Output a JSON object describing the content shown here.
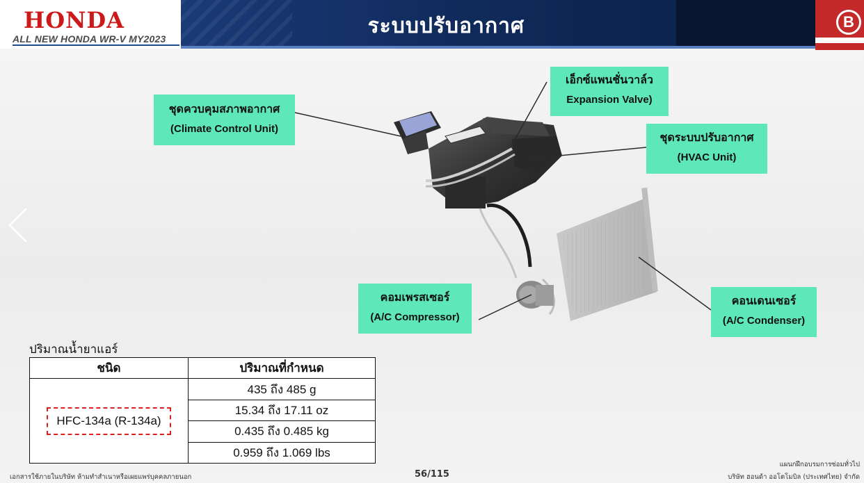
{
  "header": {
    "brand_logo": "HONDA",
    "brand_subtitle": "ALL NEW HONDA WR-V  MY2023",
    "title": "ระบบปรับอากาศ",
    "corner_logo": "B"
  },
  "callouts": {
    "climate_control": {
      "th": "ชุดควบคุมสภาพอากาศ",
      "en": "(Climate Control Unit)"
    },
    "expansion_valve": {
      "th": "เอ็กซ์แพนชั่นวาล์ว",
      "en": "Expansion Valve)"
    },
    "hvac_unit": {
      "th": "ชุดระบบปรับอากาศ",
      "en": "(HVAC Unit)"
    },
    "compressor": {
      "th": "คอมเพรสเซอร์",
      "en": "(A/C Compressor)"
    },
    "condenser": {
      "th": "คอนเดนเซอร์",
      "en": "(A/C Condenser)"
    }
  },
  "refrigerant_table": {
    "caption": "ปริมาณน้ำยาแอร์",
    "headers": [
      "ชนิด",
      "ปริมาณที่กำหนด"
    ],
    "type": "HFC-134a (R-134a)",
    "amounts": [
      "435 ถึง 485 g",
      "15.34 ถึง 17.11 oz",
      "0.435 ถึง 0.485 kg",
      "0.959 ถึง 1.069 lbs"
    ]
  },
  "footer": {
    "left": "เอกสารใช้ภายในบริษัท ห้ามทำสำเนาหรือเผยแพร่บุคคลภายนอก",
    "page": "56/115",
    "right_line1": "แผนกฝึกอบรมการซ่อมทั่วไป",
    "right_line2": "บริษัท ฮอนด้า ออโตโมบิล (ประเทศไทย) จำกัด"
  },
  "colors": {
    "callout_bg": "#5ee8b9",
    "title_band": "#102a5a",
    "brand_red": "#cc1a1a",
    "highlight_dash": "#d92020"
  }
}
